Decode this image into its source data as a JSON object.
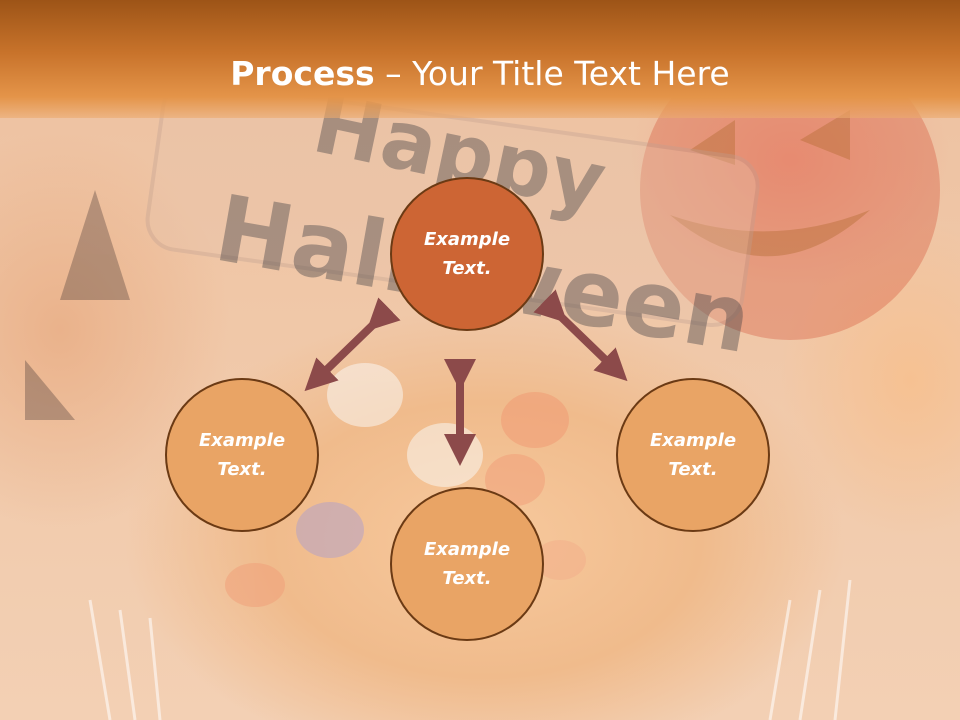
{
  "title": {
    "strong": "Process",
    "rest": " – Your Title Text Here"
  },
  "background_sign": {
    "line1": "Happy",
    "line2": "Halloween"
  },
  "nodes": {
    "center": "Example Text.",
    "left": "Example Text.",
    "bottom": "Example Text.",
    "right": "Example Text."
  },
  "colors": {
    "header": "#c8732b",
    "center_node": "#cd6534",
    "leaf_node": "#e9a465",
    "node_border": "#6b3a14",
    "arrow": "#8c4a4a"
  }
}
